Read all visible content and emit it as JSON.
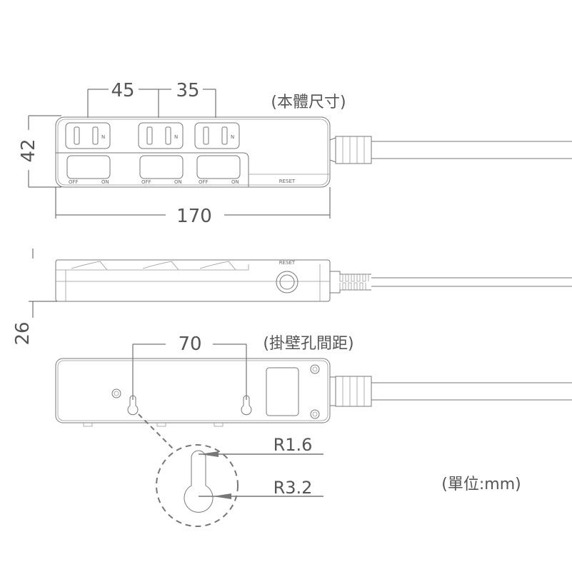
{
  "top_view": {
    "title": "(本體尺寸)",
    "dim_outlet_spacing_1": "45",
    "dim_outlet_spacing_2": "35",
    "dim_height": "42",
    "dim_length": "170",
    "outlet_label": "N",
    "switch_off": "OFF",
    "switch_on": "ON",
    "reset_label": "RESET"
  },
  "side_view": {
    "dim_thickness": "26",
    "reset_label": "RESET"
  },
  "bottom_view": {
    "title": "(掛壁孔間距)",
    "dim_hole_spacing": "70",
    "radius_small": "R1.6",
    "radius_large": "R3.2"
  },
  "unit_note": "(單位:mm)",
  "colors": {
    "line": "#777777",
    "text": "#555555"
  }
}
